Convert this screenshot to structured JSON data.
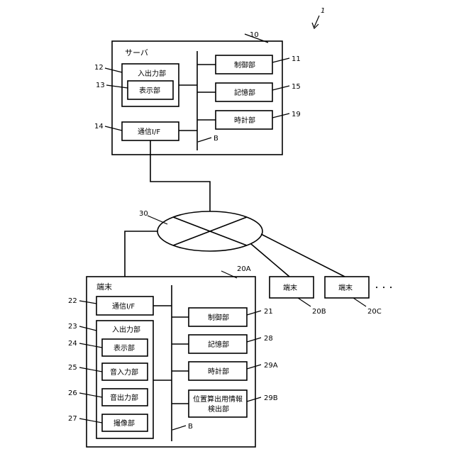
{
  "figure_ref": "1",
  "server": {
    "ref": "10",
    "title": "サーバ",
    "io": {
      "ref": "12",
      "label": "入出力部"
    },
    "display": {
      "ref": "13",
      "label": "表示部"
    },
    "comm": {
      "ref": "14",
      "label": "通信I/F"
    },
    "control": {
      "ref": "11",
      "label": "制御部"
    },
    "storage": {
      "ref": "15",
      "label": "記憶部"
    },
    "clock": {
      "ref": "19",
      "label": "時計部"
    },
    "bus": "B"
  },
  "network": {
    "ref": "30"
  },
  "terminal_a": {
    "ref": "20A",
    "title": "端末",
    "comm": {
      "ref": "22",
      "label": "通信I/F"
    },
    "io": {
      "ref": "23",
      "label": "入出力部"
    },
    "display": {
      "ref": "24",
      "label": "表示部"
    },
    "sound_in": {
      "ref": "25",
      "label": "音入力部"
    },
    "sound_out": {
      "ref": "26",
      "label": "音出力部"
    },
    "camera": {
      "ref": "27",
      "label": "撮像部"
    },
    "control": {
      "ref": "21",
      "label": "制御部"
    },
    "storage": {
      "ref": "28",
      "label": "記憶部"
    },
    "clock": {
      "ref": "29A",
      "label": "時計部"
    },
    "position": {
      "ref": "29B",
      "label_line1": "位置算出用情報",
      "label_line2": "検出部"
    },
    "bus": "B"
  },
  "terminal_b": {
    "ref": "20B",
    "label": "端末"
  },
  "terminal_c": {
    "ref": "20C",
    "label": "端末"
  },
  "ellipsis": "・・・"
}
